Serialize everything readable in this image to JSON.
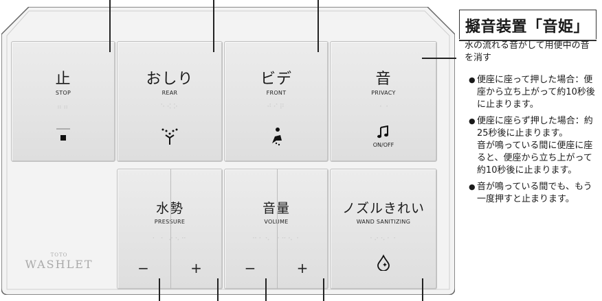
{
  "panel": {
    "keys": {
      "stop": {
        "jp": "止",
        "en": "STOP",
        "icon": "stop-square-icon"
      },
      "rear": {
        "jp": "おしり",
        "en": "REAR",
        "icon": "rear-spray-icon"
      },
      "front": {
        "jp": "ビデ",
        "en": "FRONT",
        "icon": "bidet-spray-icon"
      },
      "privacy": {
        "jp": "音",
        "en": "PRIVACY",
        "icon": "music-note-icon",
        "sub": "ON/OFF"
      },
      "pressure": {
        "jp": "水勢",
        "en": "PRESSURE",
        "minus": "−",
        "plus": "+"
      },
      "volume": {
        "jp": "音量",
        "en": "VOLUME",
        "minus": "−",
        "plus": "+"
      },
      "wand": {
        "jp": "ノズルきれい",
        "en": "WAND SANITIZING",
        "icon": "sparkle-clean-icon"
      }
    },
    "logo": {
      "brand": "TOTO",
      "name": "WASHLET"
    }
  },
  "caption": {
    "title": "擬音装置「音姫」",
    "intro": "水の流れる音がして用便中の音を消す",
    "items": [
      {
        "text": "便座に座って押した場合：便座から立ち上がって約10秒後に止まります。"
      },
      {
        "text": "便座に座らず押した場合：約25秒後に止まります。",
        "extra": "音が鳴っている間に便座に座ると、便座から立ち上がって約10秒後に止まります。"
      },
      {
        "text": "音が鳴っている間でも、もう一度押すと止まります。"
      }
    ]
  },
  "colors": {
    "panel": "#eeeeee",
    "key": "#e3e3e3",
    "text": "#1a1a1a",
    "line": "#222222"
  }
}
